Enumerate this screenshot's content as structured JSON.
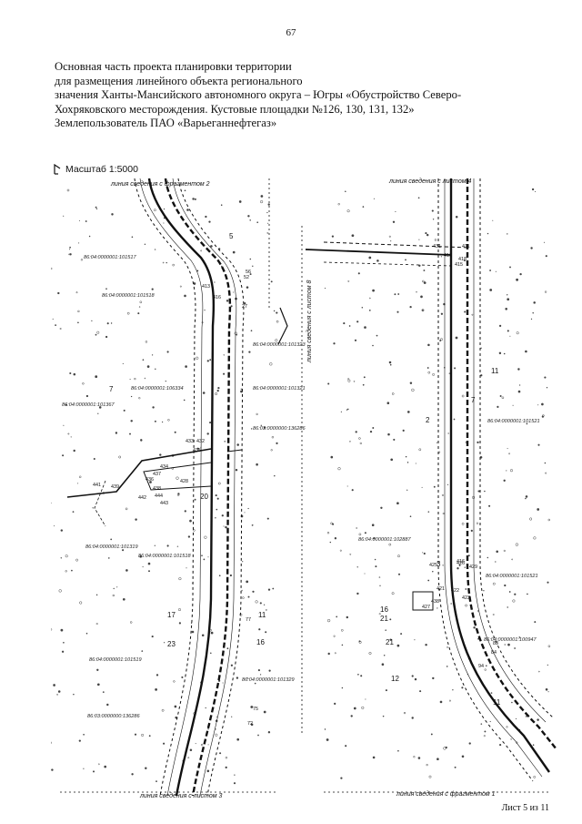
{
  "page_number": "67",
  "header": {
    "lines": [
      "Основная часть проекта планировки территории",
      "для размещения линейного объекта регионального",
      "значения Ханты-Мансийского автономного округа – Югры «Обустройство Северо-",
      "Хохряковского месторождения. Кустовые площадки №126, 130, 131, 132»",
      "Землепользователь ПАО «Варьеганнефтегаз»"
    ]
  },
  "map": {
    "scale_label": "Масштаб 1:5000",
    "match_lines": {
      "fragment2_top": "линия сведения с фрагментом 2",
      "sheet4_top": "линия сведения с листом 4",
      "sheet8_left": "линия сведения с листом 8",
      "sheet3_bottom": "линия сведения с листом 3",
      "fragment1_bottom": "линия сведения с фрагментом 1"
    },
    "cadastral_left": [
      "86:04:0000001:101517",
      "86:04:0000001:101518",
      "86:04:0000001:101323",
      "86:04:0000001:106334",
      "86:04:0000001:101321",
      "86:04:0000001:101367",
      "86:03:0000000:136286",
      "86:04:0000001:101319",
      "86:04:0000001:101518",
      "86:04:0000001:101519",
      "86:04:0000001:101329",
      "86:03:0000000:136286"
    ],
    "cadastral_right": [
      "86:04:0000001:101521",
      "86:04:0000001:102887",
      "86:04:0000001:101521",
      "86:04:0000001:100947"
    ],
    "points": [
      "416",
      "413",
      "433",
      "432",
      "435",
      "434",
      "439",
      "438",
      "441",
      "443",
      "444",
      "442",
      "436",
      "437",
      "428",
      "27",
      "52",
      "56",
      "77",
      "72",
      "75",
      "415",
      "418",
      "411",
      "410",
      "431",
      "421",
      "422",
      "423",
      "425",
      "426",
      "429",
      "438",
      "427",
      "416",
      "84",
      "83",
      "94"
    ],
    "contours": [
      "5",
      "7",
      "20",
      "17",
      "23",
      "16",
      "11",
      "11",
      "7",
      "2",
      "16",
      "21",
      "12",
      "3",
      "21",
      "11"
    ]
  },
  "footer": {
    "sheet": "Лист 5 из 11"
  }
}
